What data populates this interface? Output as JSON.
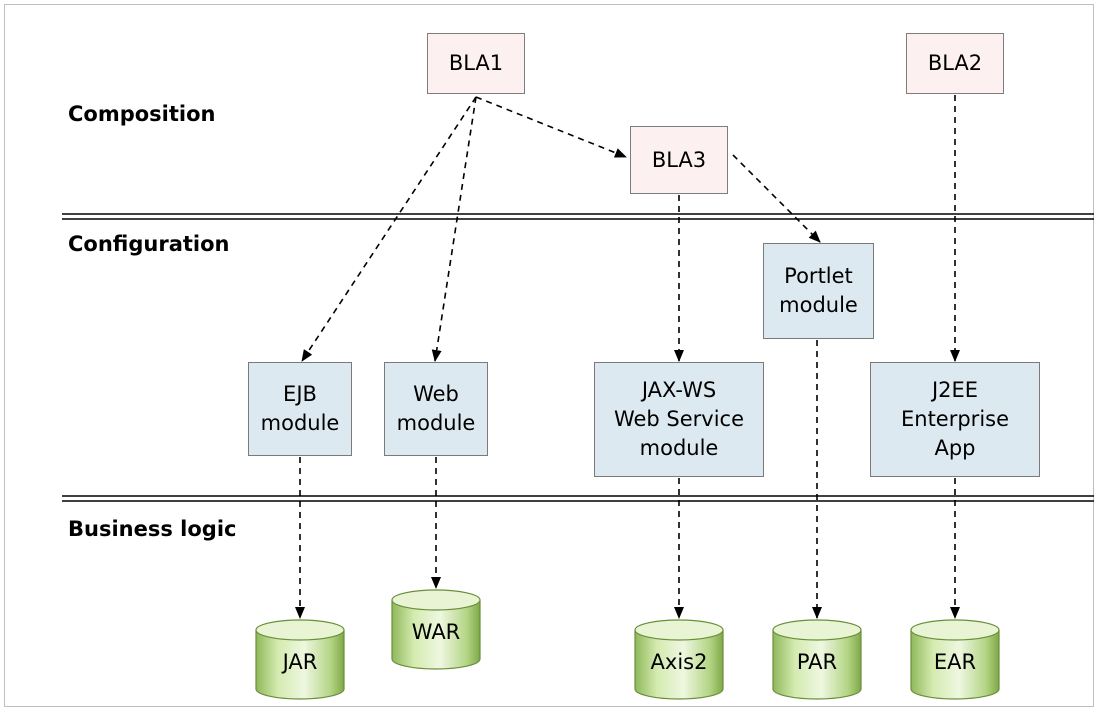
{
  "layers": {
    "composition": "Composition",
    "configuration": "Configuration",
    "business_logic": "Business logic"
  },
  "bla": {
    "bla1": "BLA1",
    "bla2": "BLA2",
    "bla3": "BLA3"
  },
  "modules": {
    "ejb": "EJB\nmodule",
    "web": "Web\nmodule",
    "jaxws": "JAX-WS\nWeb Service\nmodule",
    "portlet": "Portlet\nmodule",
    "j2ee": "J2EE\nEnterprise\nApp"
  },
  "artifacts": {
    "jar": "JAR",
    "war": "WAR",
    "axis2": "Axis2",
    "par": "PAR",
    "ear": "EAR"
  },
  "colors": {
    "bla_fill": "#fdf0f0",
    "module_fill": "#dde9f1",
    "cylinder_fill": "#c8e39c",
    "cylinder_dark": "#7fa848",
    "outline": "#7d7d7d"
  }
}
